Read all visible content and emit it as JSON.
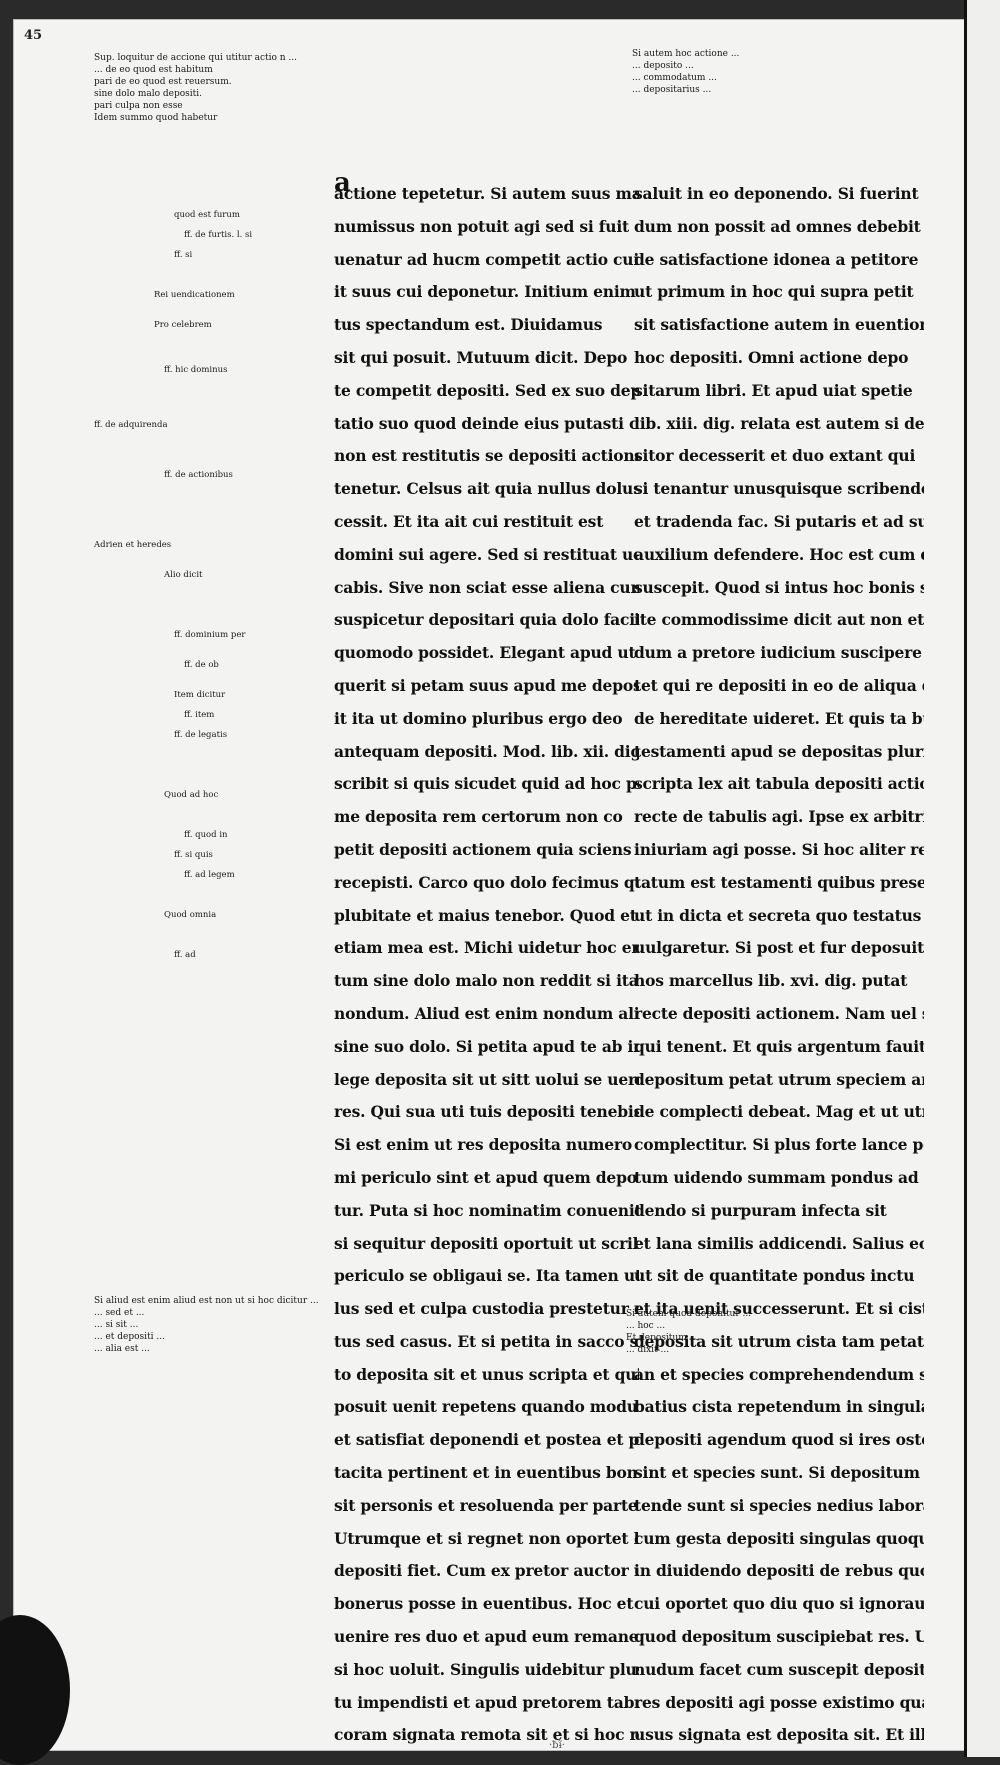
{
  "folio": "45",
  "gloss_top_left": [
    "Sup. loquitur de accione qui utitur actio n ...",
    "... de eo quod est habitum",
    "pari de eo quod est reuersum.",
    "sine dolo malo depositi.",
    "pari culpa non esse",
    "Idem summo quod habetur"
  ],
  "gloss_top_right": [
    "Si autem hoc actione ...",
    "... deposito ...",
    "... commodatum ...",
    "... depositarius ..."
  ],
  "main_left": [
    "actione tepetetur. Si autem suus ma",
    "numissus non potuit agi sed si fuit",
    "uenatur ad hucm competit actio cui fu",
    "it suus cui deponetur. Initium enim",
    "tus spectandum est. Diuidamus",
    "sit qui posuit. Mutuum dicit. Depo",
    "te competit depositi. Sed ex suo depo",
    "tatio suo quod deinde eius putasti cum",
    "non est restitutis se depositi actione",
    "tenetur. Celsus ait quia nullus dolus inte",
    "cessit. Et ita ait cui restituit est",
    "domini sui agere. Sed si restituat uenie",
    "cabis. Sive non sciat esse aliena cum",
    "suspicetur depositari quia dolo facit",
    "quomodo possidet. Elegant apud ut",
    "querit si petam suus apud me deposu",
    "it ita ut domino pluribus ergo deo",
    "antequam depositi. Mod. lib. xii. dig.",
    "scribit si quis sicudet quid ad hoc penes",
    "me deposita rem certorum non co",
    "petit depositi actionem quia sciens",
    "recepisti. Carco quo dolo fecimus quam",
    "plubitate et maius tenebor. Quod et",
    "etiam mea est. Michi uidetur hoc enim",
    "tum sine dolo malo non reddit si ita",
    "nondum. Aliud est enim nondum aliud est",
    "sine suo dolo. Si petita apud te ab initio hac",
    "lege deposita sit ut sitt uolui se uere",
    "res. Qui sua uti tuis depositi tenebis.",
    "Si est enim ut res deposita numero",
    "mi periculo sint et apud quem depo",
    "tur. Puta si hoc nominatim conuenit",
    "si sequitur depositi oportuit ut scribi",
    "periculo se obligaui se. Ita tamen ut non solum do",
    "lus sed et culpa custodia prestetur non solum",
    "tus sed casus. Et si petita in sacco signa",
    "to deposita sit et unus scripta et qui de",
    "posuit uenit repetens quando modum",
    "et satisfiat deponendi et postea et petita",
    "tacita pertinent et in euentibus bone",
    "sit personis et resoluenda per partem.",
    "Utrumque et si regnet non oportet leges",
    "depositi fiet. Cum ex pretor auctor ut",
    "bonerus posse in euentibus. Hoc et",
    "uenire res duo et apud eum remanente",
    "si hoc uoluit. Singulis uidebitur plus",
    "tu impendisti et apud pretorem tabulis quibus",
    "coram signata remota sit et si hoc re"
  ],
  "main_right": [
    "saluit in eo deponendo. Si fuerint qui",
    "dum non possit ad omnes debebit",
    "de satisfactione idonea a petitore",
    "ut primum in hoc qui supra petit",
    "sit satisfactione autem in euentione et in",
    "hoc depositi. Omni actione depo",
    "sitarum libri. Et apud uiat spetie",
    "lib. xiii. dig. relata est autem si depo",
    "sitor decesserit et duo extant qui",
    "si tenantur unusquisque scribendo dicens",
    "et tradenda fac. Si putaris et ad sus",
    "auxilium defendere. Hoc est cum depositi",
    "suscepit. Quod si intus hoc bonis suscip",
    "ite commodissime dicit aut non et cogn",
    "dum a pretore iudicium suscipere op",
    "tet qui re depositi in eo de aliqua done",
    "de hereditate uideret. Et quis ta bulis",
    "testamenti apud se depositas pluribus",
    "scripta lex ait tabula depositi actio",
    "recte de tabulis agi. Ipse ex arbitrio",
    "iniuriam agi posse. Si hoc aliter re",
    "tatum est testamenti quibus presentibus",
    "ut in dicta et secreta quo testatus est di",
    "uulgaretur. Si post et fur deposuit",
    "hos marcellus lib. xvi. dig. putat",
    "recte depositi actionem. Nam uel sit eam eo",
    "qui tenent. Et quis argentum fauit",
    "depositum petat utrum speciem an pon",
    "de complecti debeat. Mag et ut utrique",
    "complectitur. Si plus forte lance per",
    "tum uidendo summam pondus ad",
    "dendo si purpuram infecta sit",
    "et lana similis addicendi. Salius eo",
    "ut sit de quantitate pondus inctu",
    "et ita uenit successerunt. Et si cista signa",
    "deposita sit utrum cista tam petatur",
    "an et species comprehendendum sit. Tre",
    "batius cista repetendum in singula res",
    "depositi agendum quod si ires ostense",
    "sint et species sunt. Si depositum ad",
    "tende sunt si species nedius laboravit",
    "cum gesta depositi singulas quoque res",
    "in diuidendo depositi de rebus quoque agere",
    "cui oportet quo diu quo si ignorauerit",
    "quod depositum suscipiebat res. Ubi e no",
    "nudum facet cum suscepit depositum qui",
    "res depositi agi posse existimo qua",
    "usus signata est deposita sit. Et illud"
  ],
  "gloss_bottom_left": [
    "Si aliud est enim aliud est non ut si hoc dicitur ...",
    "... sed et ...",
    "... si sit ...",
    "... et depositi ...",
    "... alia est ..."
  ],
  "gloss_bottom_right": [
    "Si autem quod deponitur ...",
    "... hoc ...",
    "Et depositum ...",
    "... dixit ..."
  ],
  "margin_notes": [
    "quod est furum",
    "ff. de furtis. l. si",
    "ff. si",
    "Rei uendicationem",
    "Pro celebrem",
    "ff. hic dominus",
    "ff. de adquirenda",
    "ff. de actionibus",
    "Adrien et heredes",
    "Alio dicit",
    "ff. dominium per",
    "ff. de ob",
    "Item dicitur",
    "ff. item",
    "ff. de legatis",
    "Quod ad hoc",
    "ff. quod in",
    "ff. si quis",
    "ff. ad legem",
    "Quod omnia",
    "ff. ad"
  ],
  "catchword": "·ƀɨ̃·"
}
